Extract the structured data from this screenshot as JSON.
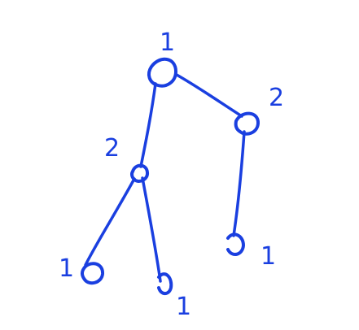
{
  "diagram": {
    "type": "hand-drawn tree",
    "ink_color": "#1a3fe0",
    "background": "#ffffff",
    "nodes": [
      {
        "id": "root",
        "label": "1"
      },
      {
        "id": "left-child",
        "label": "2"
      },
      {
        "id": "right-child",
        "label": "2"
      },
      {
        "id": "left-left-leaf",
        "label": "1"
      },
      {
        "id": "left-right-leaf",
        "label": "1"
      },
      {
        "id": "right-leaf",
        "label": "1"
      }
    ],
    "edges": [
      {
        "from": "root",
        "to": "left-child"
      },
      {
        "from": "root",
        "to": "right-child"
      },
      {
        "from": "left-child",
        "to": "left-left-leaf"
      },
      {
        "from": "left-child",
        "to": "left-right-leaf"
      },
      {
        "from": "right-child",
        "to": "right-leaf"
      }
    ]
  }
}
